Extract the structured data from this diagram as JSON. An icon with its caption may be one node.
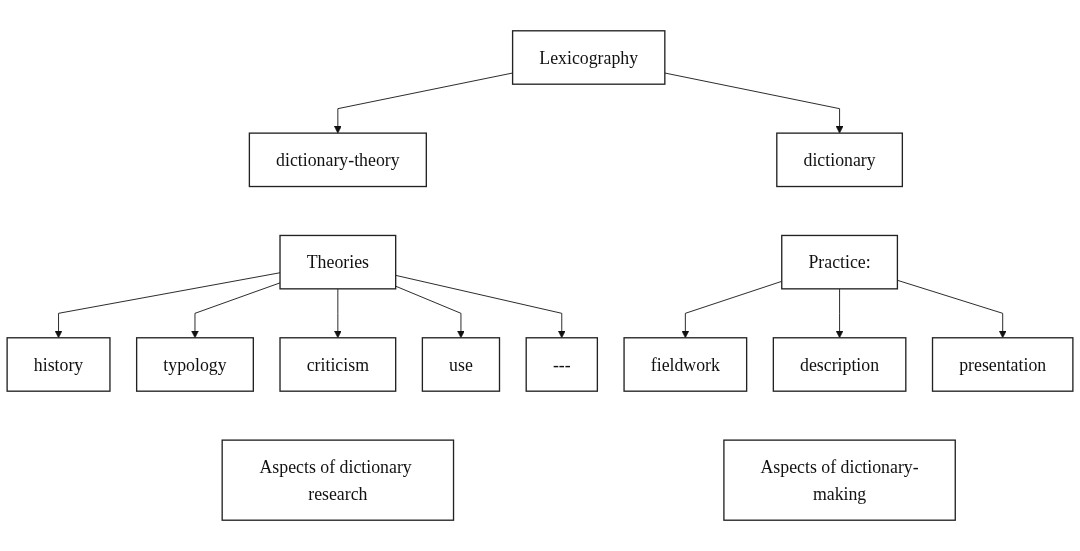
{
  "diagram": {
    "nodes": [
      {
        "text": [
          "Lexicography"
        ]
      },
      {
        "text": [
          "dictionary-theory"
        ]
      },
      {
        "text": [
          "dictionary"
        ]
      },
      {
        "text": [
          "Theories"
        ]
      },
      {
        "text": [
          "Practice:"
        ]
      },
      {
        "text": [
          "history"
        ]
      },
      {
        "text": [
          "typology"
        ]
      },
      {
        "text": [
          "criticism"
        ]
      },
      {
        "text": [
          "use"
        ]
      },
      {
        "text": [
          "---"
        ]
      },
      {
        "text": [
          "fieldwork"
        ]
      },
      {
        "text": [
          "description"
        ]
      },
      {
        "text": [
          "presentation"
        ]
      },
      {
        "text": [
          "Aspects of dictionary research"
        ]
      },
      {
        "text": [
          "Aspects of dictionary-making"
        ]
      }
    ],
    "edges": [
      {
        "from": 0,
        "to": 1,
        "arrow": "to"
      },
      {
        "from": 0,
        "to": 2,
        "arrow": "to"
      },
      {
        "from": 3,
        "to": 5,
        "arrow": "to"
      },
      {
        "from": 3,
        "to": 6,
        "arrow": "to"
      },
      {
        "from": 3,
        "to": 7,
        "arrow": "to"
      },
      {
        "from": 3,
        "to": 8,
        "arrow": "to"
      },
      {
        "from": 3,
        "to": 9,
        "arrow": "to"
      },
      {
        "from": 4,
        "to": 10,
        "arrow": "to"
      },
      {
        "from": 4,
        "to": 11,
        "arrow": "to"
      },
      {
        "from": 4,
        "to": 12,
        "arrow": "to"
      }
    ]
  }
}
